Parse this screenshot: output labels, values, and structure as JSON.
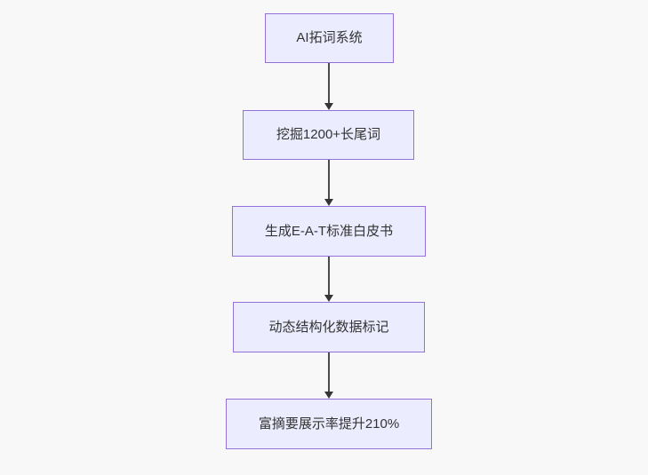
{
  "diagram": {
    "type": "flowchart",
    "direction": "top-down",
    "nodes": [
      {
        "label": "AI拓词系统"
      },
      {
        "label": "挖掘1200+长尾词"
      },
      {
        "label": "生成E-A-T标准白皮书"
      },
      {
        "label": "动态结构化数据标记"
      },
      {
        "label": "富摘要展示率提升210%"
      }
    ],
    "edges": [
      {
        "from": 0,
        "to": 1,
        "style": "arrow-down"
      },
      {
        "from": 1,
        "to": 2,
        "style": "arrow-down"
      },
      {
        "from": 2,
        "to": 3,
        "style": "arrow-down"
      },
      {
        "from": 3,
        "to": 4,
        "style": "arrow-down"
      }
    ],
    "colors": {
      "node_fill": "#ececff",
      "node_border": "#9370db",
      "arrow": "#4a4a4a",
      "text": "#333333",
      "background": "#f8f8f8"
    }
  }
}
